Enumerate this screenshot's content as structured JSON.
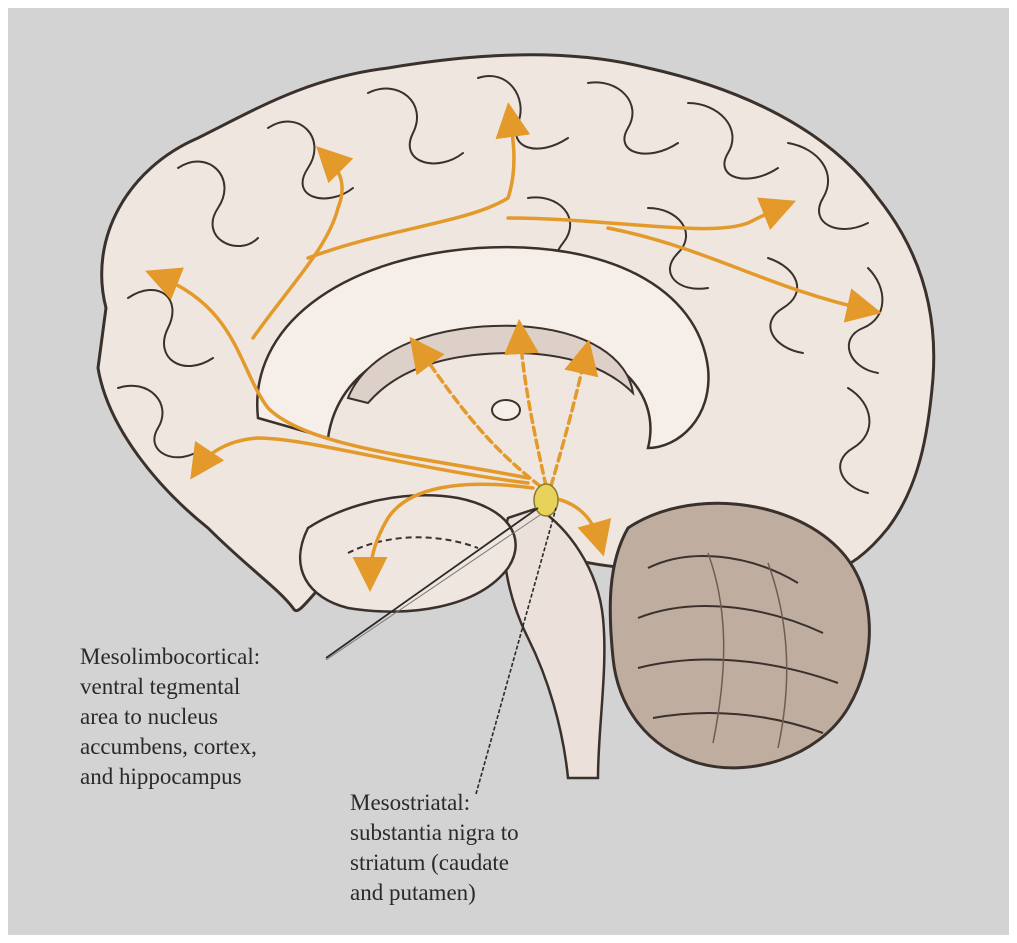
{
  "colors": {
    "background": "#d3d3d3",
    "brain_fill": "#efe6e0",
    "outline": "#3a302c",
    "pathway_arrow": "#e39a2a",
    "nucleus_highlight": "#e8d35a",
    "cerebellum_fill": "#bfae9f"
  },
  "labels": {
    "mesolimbocortical": {
      "lines": [
        "Mesolimbocortical:",
        "ventral tegmental",
        "area to nucleus",
        "accumbens, cortex,",
        "and hippocampus"
      ]
    },
    "mesostriatal": {
      "lines": [
        "Mesostriatal:",
        "substantia nigra to",
        "striatum (caudate",
        "and putamen)"
      ]
    }
  }
}
